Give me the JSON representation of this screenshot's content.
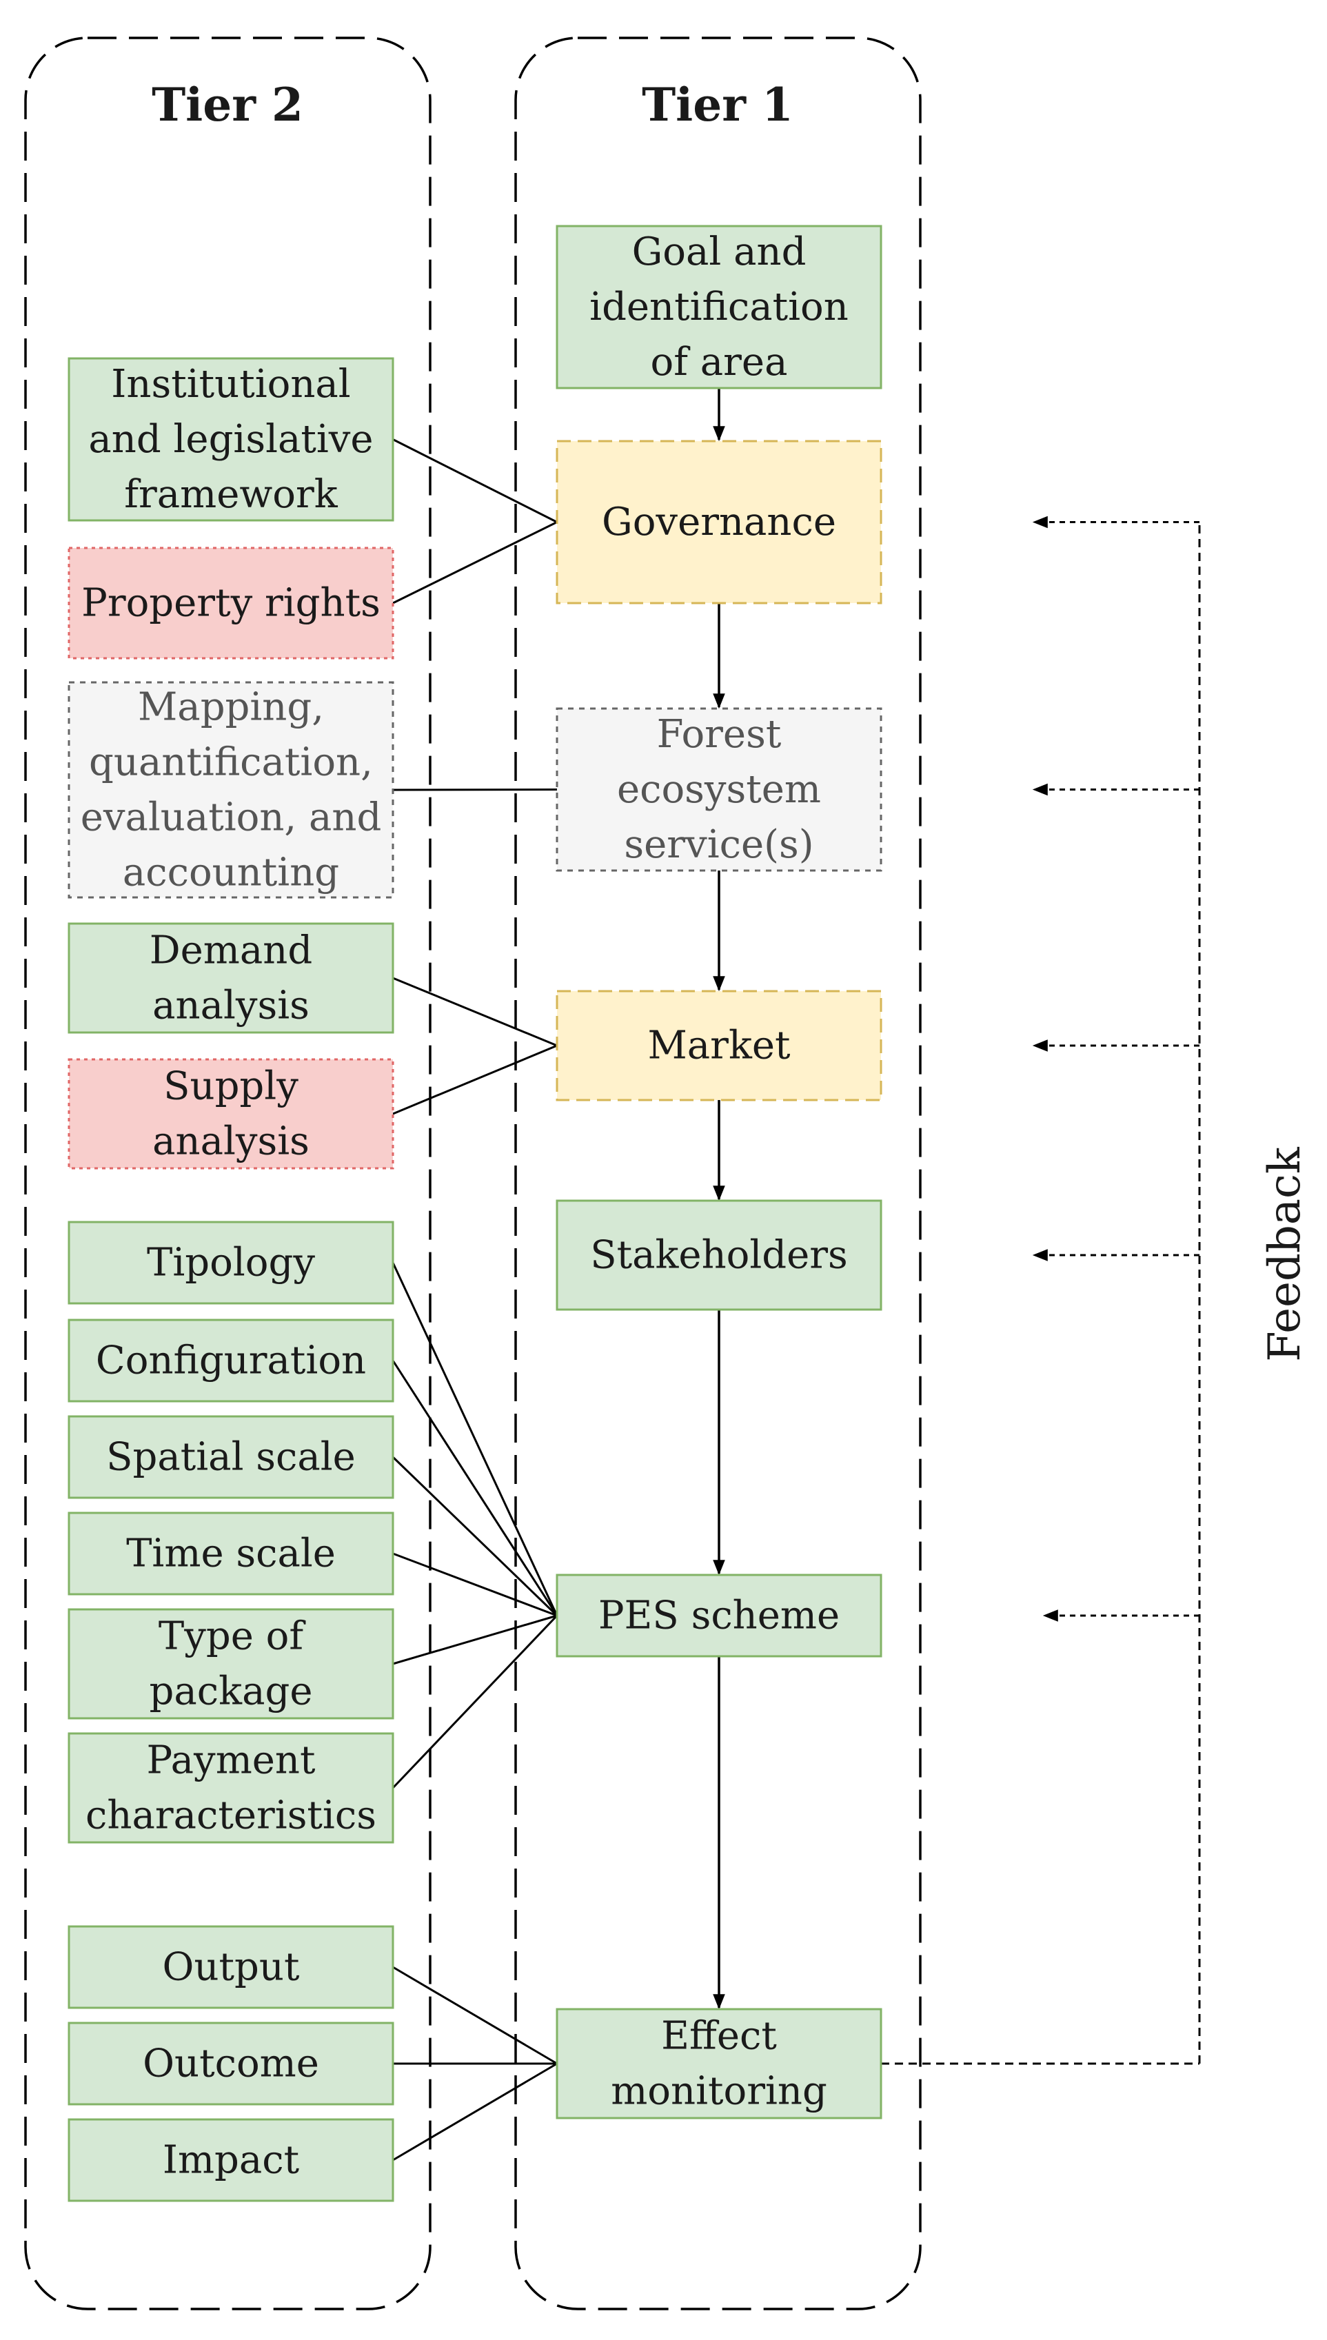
{
  "tiers": [
    {
      "id": "tier2",
      "label": "Tier 2"
    },
    {
      "id": "tier1",
      "label": "Tier 1"
    }
  ],
  "tier1_boxes": [
    {
      "id": "goal",
      "lines": [
        "Goal and",
        "identification",
        "of area"
      ],
      "style": "green"
    },
    {
      "id": "governance",
      "lines": [
        "Governance"
      ],
      "style": "yellow"
    },
    {
      "id": "forest",
      "lines": [
        "Forest",
        "ecosystem",
        "service(s)"
      ],
      "style": "gray"
    },
    {
      "id": "market",
      "lines": [
        "Market"
      ],
      "style": "yellow"
    },
    {
      "id": "stakeholders",
      "lines": [
        "Stakeholders"
      ],
      "style": "green"
    },
    {
      "id": "pes",
      "lines": [
        "PES scheme"
      ],
      "style": "green"
    },
    {
      "id": "effect",
      "lines": [
        "Effect",
        "monitoring"
      ],
      "style": "green"
    }
  ],
  "tier2_boxes": [
    {
      "id": "institutional",
      "lines": [
        "Institutional",
        "and legislative",
        "framework"
      ],
      "style": "green",
      "target": "governance"
    },
    {
      "id": "property",
      "lines": [
        "Property rights"
      ],
      "style": "red",
      "target": "governance"
    },
    {
      "id": "mapping",
      "lines": [
        "Mapping,",
        "quantification,",
        "evaluation, and",
        "accounting"
      ],
      "style": "gray",
      "target": "forest"
    },
    {
      "id": "demand",
      "lines": [
        "Demand",
        "analysis"
      ],
      "style": "green",
      "target": "market"
    },
    {
      "id": "supply",
      "lines": [
        "Supply",
        "analysis"
      ],
      "style": "red",
      "target": "market"
    },
    {
      "id": "tipology",
      "lines": [
        "Tipology"
      ],
      "style": "green",
      "target": "pes"
    },
    {
      "id": "configuration",
      "lines": [
        "Configuration"
      ],
      "style": "green",
      "target": "pes"
    },
    {
      "id": "spatial",
      "lines": [
        "Spatial scale"
      ],
      "style": "green",
      "target": "pes"
    },
    {
      "id": "time",
      "lines": [
        "Time scale"
      ],
      "style": "green",
      "target": "pes"
    },
    {
      "id": "package",
      "lines": [
        "Type of",
        "package"
      ],
      "style": "green",
      "target": "pes"
    },
    {
      "id": "payment",
      "lines": [
        "Payment",
        "characteristics"
      ],
      "style": "green",
      "target": "pes"
    },
    {
      "id": "output",
      "lines": [
        "Output"
      ],
      "style": "green",
      "target": "effect"
    },
    {
      "id": "outcome",
      "lines": [
        "Outcome"
      ],
      "style": "green",
      "target": "effect"
    },
    {
      "id": "impact",
      "lines": [
        "Impact"
      ],
      "style": "green",
      "target": "effect"
    }
  ],
  "flow": [
    "goal",
    "governance",
    "forest",
    "market",
    "stakeholders",
    "pes",
    "effect"
  ],
  "feedback": {
    "label": "Feedback",
    "source": "effect",
    "targets": [
      "governance",
      "forest",
      "market",
      "stakeholders",
      "pes"
    ]
  },
  "colors": {
    "green_fill": "#d5e8d4",
    "green_stroke": "#82b366",
    "yellow_fill": "#fff2cc",
    "yellow_stroke": "#d6b656",
    "red_fill": "#f8cecc",
    "red_stroke": "#e06666",
    "gray_fill": "#f5f5f5",
    "gray_stroke": "#666666",
    "gray_text": "#555555",
    "text": "#1a1a1a",
    "line": "#000000"
  }
}
